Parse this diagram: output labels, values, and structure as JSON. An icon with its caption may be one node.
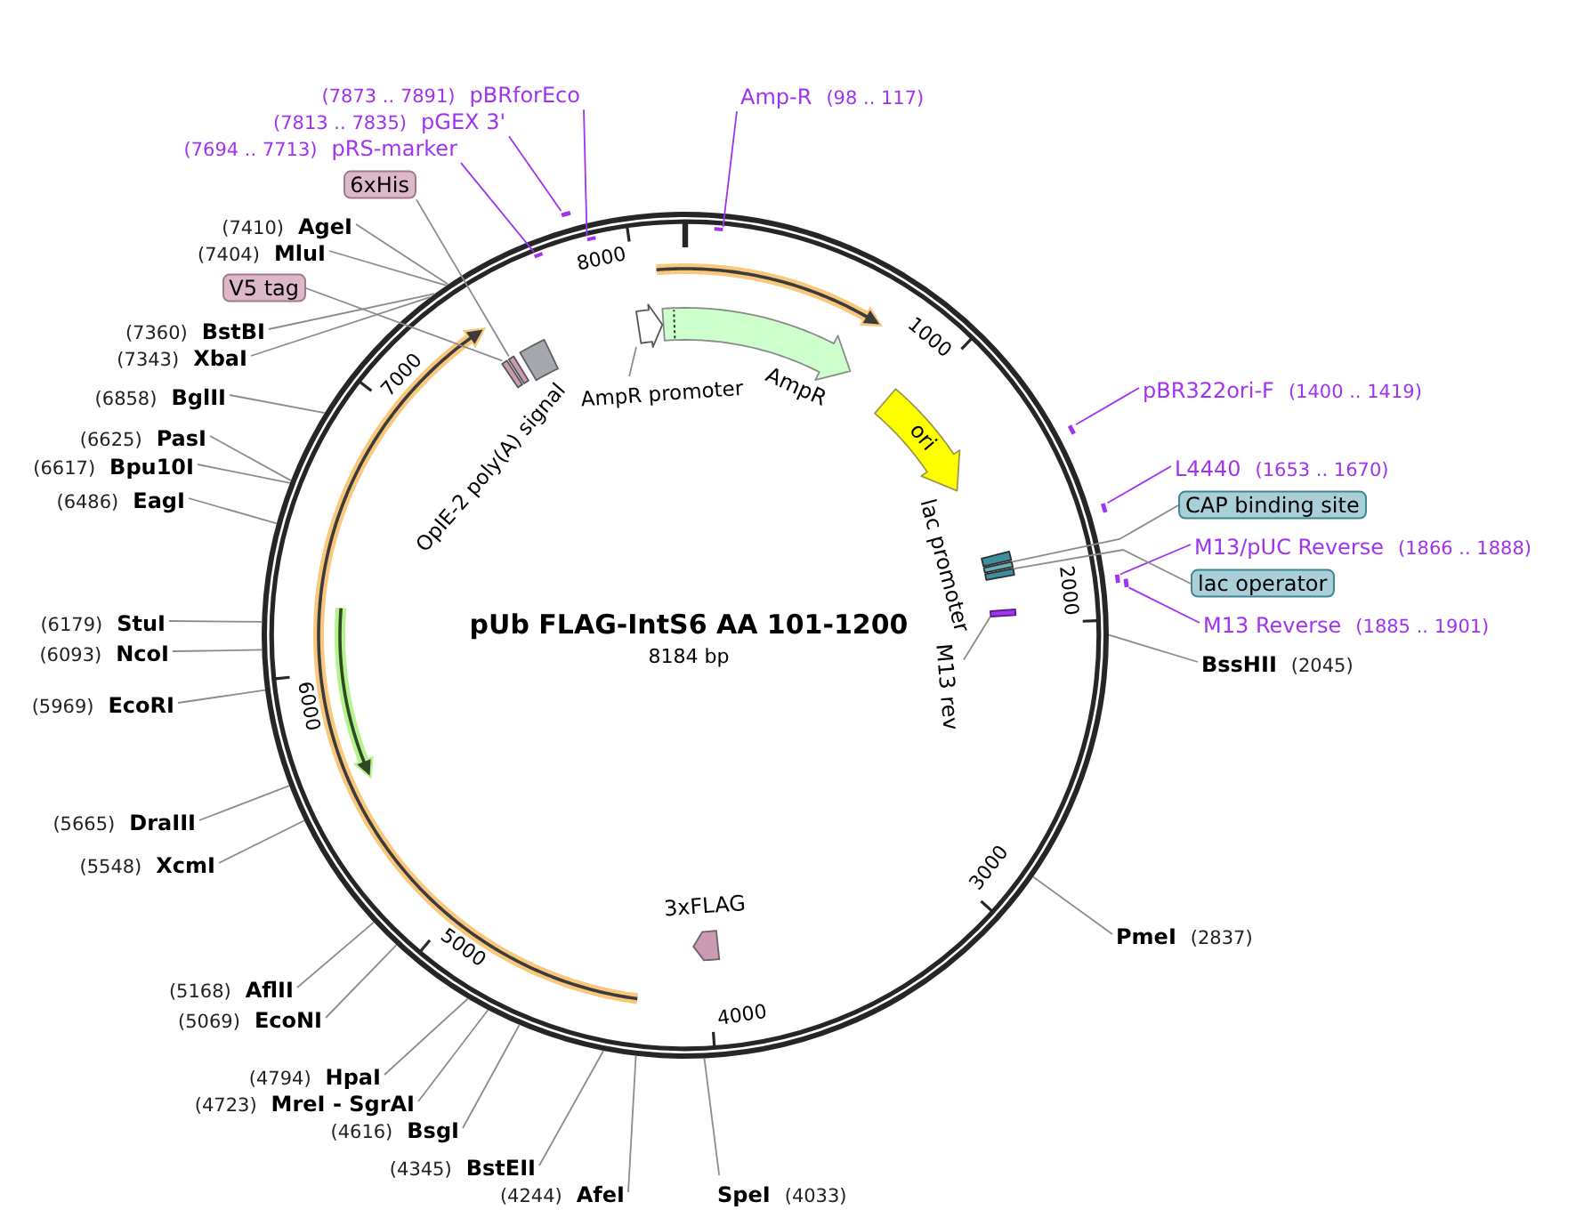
{
  "diagram": {
    "title": "pUb FLAG-IntS6 AA 101-1200",
    "nodes": [
      {
        "text": [
          "(7873 .. 7891)",
          "pBRforEco"
        ]
      },
      {
        "text": [
          "Amp-R",
          "(98 .. 117)"
        ]
      },
      {
        "text": [
          "(7813 .. 7835)",
          "pGEX 3'"
        ]
      },
      {
        "text": [
          "(7694 .. 7713)",
          "pRS-marker"
        ]
      },
      {
        "text": [
          "6xHis"
        ]
      },
      {
        "text": [
          "(7410)",
          "AgeI"
        ]
      },
      {
        "text": [
          "(7404)",
          "MluI"
        ]
      },
      {
        "text": [
          "V5 tag"
        ]
      },
      {
        "text": [
          "(7360)",
          "BstBI"
        ]
      },
      {
        "text": [
          "(7343)",
          "XbaI"
        ]
      },
      {
        "text": [
          "pBR322ori-F",
          "(1400 .. 1419)"
        ]
      },
      {
        "text": [
          "(6858)",
          "BglII"
        ]
      },
      {
        "text": [
          "AmpR promoter"
        ]
      },
      {
        "text": [
          "(6625)",
          "PasI"
        ]
      },
      {
        "text": [
          "(6617)",
          "Bpu10I"
        ]
      },
      {
        "text": [
          "L4440",
          "(1653 .. 1670)"
        ]
      },
      {
        "text": [
          "(6486)",
          "EagI"
        ]
      },
      {
        "text": [
          "CAP binding site"
        ]
      },
      {
        "text": [
          "M13/pUC Reverse",
          "(1866 .. 1888)"
        ]
      },
      {
        "text": [
          "lac operator"
        ]
      },
      {
        "text": [
          "M13 rev"
        ]
      },
      {
        "text": [
          "(6179)",
          "StuI"
        ]
      },
      {
        "text": [
          "M13 Reverse",
          "(1885 .. 1901)"
        ]
      },
      {
        "text": [
          "(6093)",
          "NcoI"
        ]
      },
      {
        "text": [
          "BssHII",
          "(2045)"
        ]
      },
      {
        "text": [
          "(5969)",
          "EcoRI"
        ]
      },
      {
        "text": [
          "(5665)",
          "DraIII"
        ]
      },
      {
        "text": [
          "(5548)",
          "XcmI"
        ]
      },
      {
        "text": [
          "PmeI",
          "(2837)"
        ]
      },
      {
        "text": [
          "(5168)",
          "AflII"
        ]
      },
      {
        "text": [
          "(5069)",
          "EcoNI"
        ]
      },
      {
        "text": [
          "(4794)",
          "HpaI"
        ]
      },
      {
        "text": [
          "(4723)",
          "MreI - SgrAI"
        ]
      },
      {
        "text": [
          "(4616)",
          "BsgI"
        ]
      },
      {
        "text": [
          "(4345)",
          "BstEII"
        ]
      },
      {
        "text": [
          "(4244)",
          "AfeI"
        ]
      },
      {
        "text": [
          "SpeI",
          "(4033)"
        ]
      },
      {
        "text": [
          "ori"
        ]
      },
      {
        "text": [],
        "shape": "arrow",
        "beside": [
          "AmpR"
        ]
      },
      {
        "text": [],
        "shape": "box",
        "beside": [
          "OpIE-2 poly(A) signal"
        ]
      },
      {
        "text": [],
        "shape": "arrow",
        "beside": [
          "3xFLAG"
        ]
      },
      {
        "text": [],
        "shape": "box"
      },
      {
        "text": [],
        "shape": "arrow"
      },
      {
        "text": [],
        "shape": "bar"
      },
      {
        "text": [],
        "shape": "bar"
      },
      {
        "text": [],
        "shape": "box"
      },
      {
        "text": [],
        "shape": "box"
      },
      {
        "text": [],
        "shape": "bar"
      },
      {
        "text": [],
        "shape": "bar"
      },
      {
        "text": [],
        "shape": "bar"
      },
      {
        "text": [],
        "shape": "bar"
      },
      {
        "text": [],
        "shape": "bar"
      },
      {
        "text": [],
        "shape": "bar"
      },
      {
        "text": [],
        "shape": "bar"
      },
      {
        "text": [],
        "shape": "bar"
      },
      {
        "text": [],
        "shape": "bar"
      }
    ],
    "edges": [
      {
        "from": 0,
        "to": 50,
        "arrow": "none",
        "color": "#a033f0"
      },
      {
        "from": 1,
        "to": 51,
        "arrow": "none",
        "color": "#a033f0"
      },
      {
        "from": 2,
        "to": 49,
        "arrow": "none",
        "color": "#a033f0"
      },
      {
        "from": 3,
        "to": 48,
        "arrow": "none",
        "color": "#a033f0"
      },
      {
        "from": 4,
        "to": 43,
        "arrow": "none"
      },
      {
        "from": 5,
        "to": null,
        "arrow": "none"
      },
      {
        "from": 6,
        "to": null,
        "arrow": "none"
      },
      {
        "from": 7,
        "to": 44,
        "arrow": "none"
      },
      {
        "from": 8,
        "to": null,
        "arrow": "none"
      },
      {
        "from": 9,
        "to": null,
        "arrow": "none"
      },
      {
        "from": 10,
        "to": 52,
        "arrow": "none",
        "color": "#a033f0"
      },
      {
        "from": 11,
        "to": null,
        "arrow": "none"
      },
      {
        "from": 12,
        "to": 42,
        "arrow": "none"
      },
      {
        "from": 13,
        "to": null,
        "arrow": "none"
      },
      {
        "from": 14,
        "to": null,
        "arrow": "none"
      },
      {
        "from": 15,
        "to": 53,
        "arrow": "none",
        "color": "#a033f0"
      },
      {
        "from": 16,
        "to": null,
        "arrow": "none"
      },
      {
        "from": 17,
        "to": 45,
        "arrow": "none"
      },
      {
        "from": 18,
        "to": 54,
        "arrow": "none",
        "color": "#a033f0"
      },
      {
        "from": 19,
        "to": 46,
        "arrow": "none"
      },
      {
        "from": 20,
        "to": 47,
        "arrow": "none"
      },
      {
        "from": 21,
        "to": null,
        "arrow": "none"
      },
      {
        "from": 22,
        "to": 55,
        "arrow": "none",
        "color": "#a033f0"
      },
      {
        "from": 23,
        "to": null,
        "arrow": "none"
      },
      {
        "from": 24,
        "to": null,
        "arrow": "none"
      },
      {
        "from": 25,
        "to": null,
        "arrow": "none"
      },
      {
        "from": 26,
        "to": null,
        "arrow": "none"
      },
      {
        "from": 27,
        "to": null,
        "arrow": "none"
      },
      {
        "from": 28,
        "to": null,
        "arrow": "none"
      },
      {
        "from": 29,
        "to": null,
        "arrow": "none"
      },
      {
        "from": 30,
        "to": null,
        "arrow": "none"
      },
      {
        "from": 31,
        "to": null,
        "arrow": "none"
      },
      {
        "from": 32,
        "to": null,
        "arrow": "none"
      },
      {
        "from": 33,
        "to": null,
        "arrow": "none"
      },
      {
        "from": 34,
        "to": null,
        "arrow": "none"
      },
      {
        "from": 35,
        "to": null,
        "arrow": "none"
      },
      {
        "from": 36,
        "to": null,
        "arrow": "none"
      }
    ],
    "labels": [
      "8000",
      "1000",
      "7000",
      "lac promoter",
      "2000",
      "8184 bp",
      "6000",
      "3000",
      "5000",
      "4000"
    ]
  }
}
